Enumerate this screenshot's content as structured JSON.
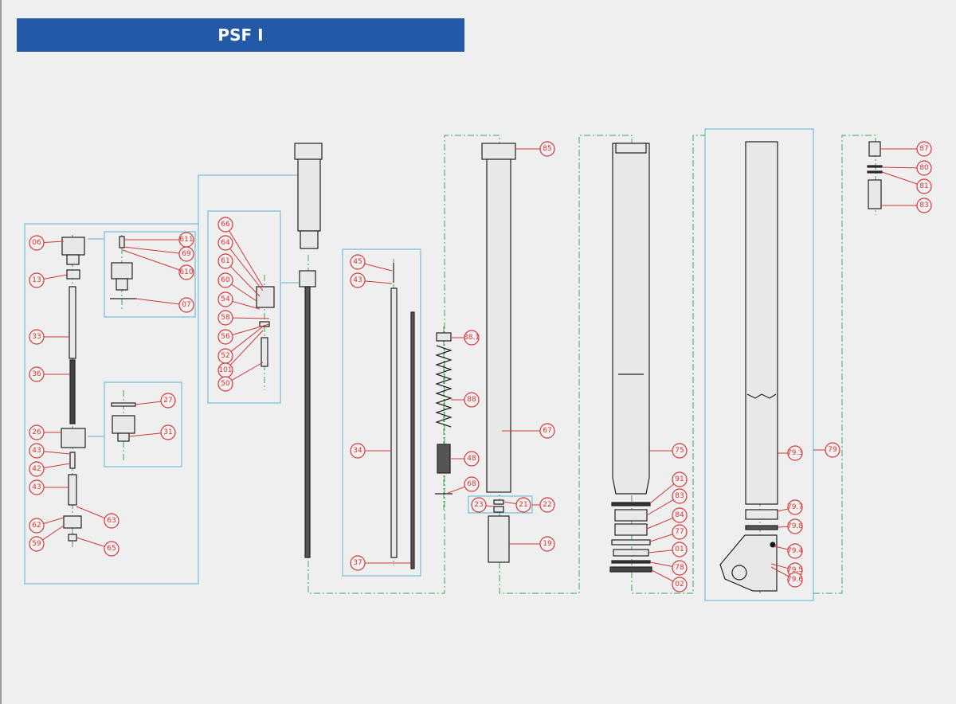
{
  "title": "PSF I",
  "colors": {
    "title_bar": "#2459a8",
    "callout": "#d0383a",
    "group_box": "#7cc3dc",
    "centerline": "#3aa55a"
  },
  "callouts": [
    "06",
    "13",
    "33",
    "36",
    "26",
    "43",
    "42",
    "43",
    "62",
    "59",
    "63",
    "65",
    "611",
    "69",
    "610",
    "07",
    "27",
    "31",
    "66",
    "64",
    "61",
    "60",
    "54",
    "58",
    "56",
    "52",
    "101",
    "50",
    "45",
    "43",
    "34",
    "37",
    "88.1",
    "88",
    "48",
    "68",
    "85",
    "67",
    "23",
    "21",
    "22",
    "19",
    "75",
    "91",
    "83",
    "84",
    "77",
    "01",
    "78",
    "02",
    "79.3",
    "79",
    "79.7",
    "79.8",
    "79.4",
    "79.5",
    "79.6",
    "87",
    "80",
    "81",
    "83"
  ]
}
